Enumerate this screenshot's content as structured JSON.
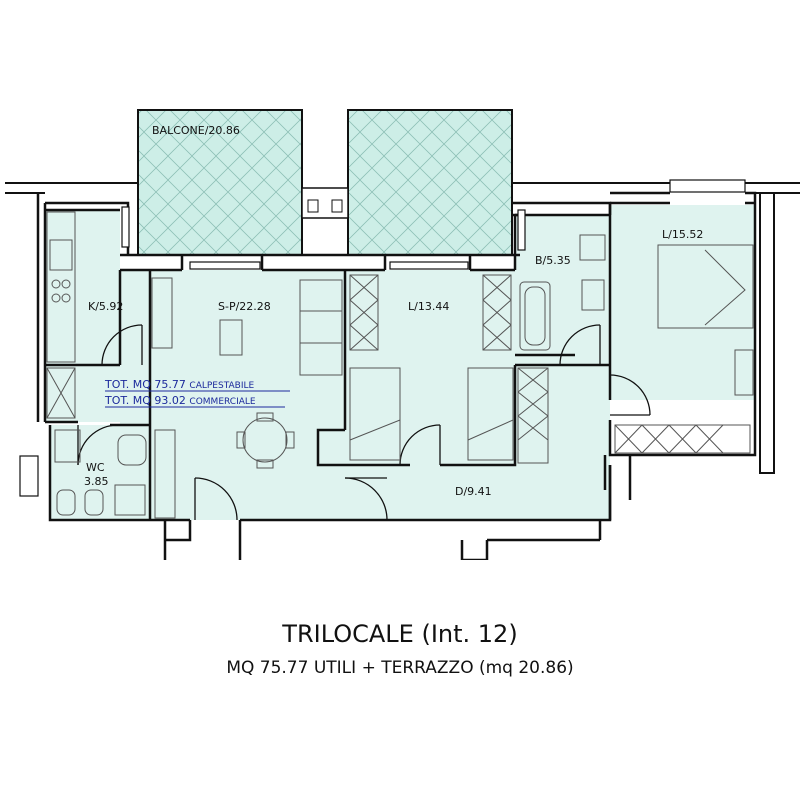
{
  "plan": {
    "rooms": {
      "balcone": "BALCONE/20.86",
      "kitchen": "K/5.92",
      "living": "S-P/22.28",
      "bedroom_single": "L/13.44",
      "bath": "B/5.35",
      "bedroom_double": "L/15.52",
      "wc_name": "WC",
      "wc_area": "3.85",
      "disimpegno": "D/9.41"
    },
    "totals": {
      "line1_main": "TOT. MQ 75.77 ",
      "line1_small": "CALPESTABILE",
      "line2_main": "TOT. MQ 93.02 ",
      "line2_small": "COMMERCIALE"
    }
  },
  "caption": {
    "title": "TRILOCALE (Int. 12)",
    "subtitle": "MQ 75.77 UTILI + TERRAZZO (mq 20.86)"
  },
  "colors": {
    "floor": "#dff3ef",
    "wall": "#111111",
    "totals_text": "#1c2a9c"
  }
}
